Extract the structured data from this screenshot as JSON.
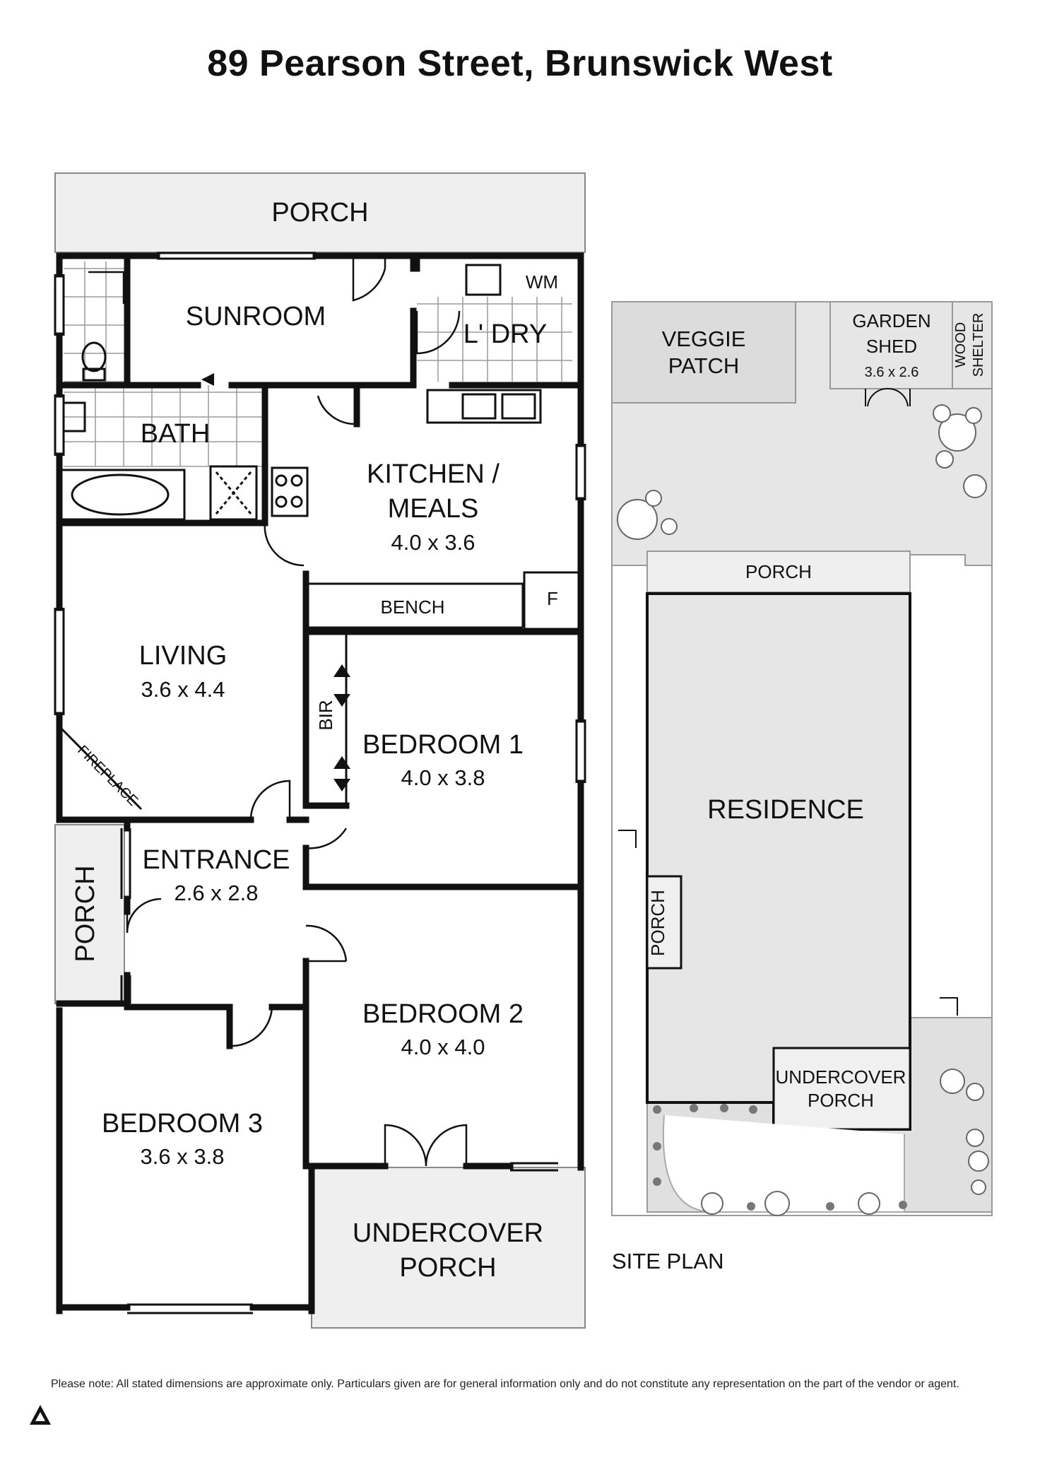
{
  "title": "89 Pearson Street, Brunswick West",
  "floor_plan": {
    "porch_top": "PORCH",
    "sunroom": "SUNROOM",
    "wm": "WM",
    "laundry": "L' DRY",
    "bath": "BATH",
    "kitchen": {
      "line1": "KITCHEN /",
      "line2": "MEALS",
      "dim": "4.0 x 3.6"
    },
    "bench": "BENCH",
    "fridge": "F",
    "living": {
      "name": "LIVING",
      "dim": "3.6 x 4.4"
    },
    "fireplace": "FIREPLACE",
    "bir": "BIR",
    "bedroom1": {
      "name": "BEDROOM 1",
      "dim": "4.0 x 3.8"
    },
    "entrance": {
      "name": "ENTRANCE",
      "dim": "2.6 x 2.8"
    },
    "porch_side": "PORCH",
    "bedroom2": {
      "name": "BEDROOM 2",
      "dim": "4.0 x 4.0"
    },
    "bedroom3": {
      "name": "BEDROOM 3",
      "dim": "3.6 x 3.8"
    },
    "undercover_porch": {
      "line1": "UNDERCOVER",
      "line2": "PORCH"
    }
  },
  "site_plan": {
    "label": "SITE PLAN",
    "veggie_patch": {
      "line1": "VEGGIE",
      "line2": "PATCH"
    },
    "garden_shed": {
      "line1": "GARDEN",
      "line2": "SHED",
      "dim": "3.6 x 2.6"
    },
    "wood_shelter": {
      "line1": "WOOD",
      "line2": "SHELTER"
    },
    "porch": "PORCH",
    "residence": "RESIDENCE",
    "side_porch": "PORCH",
    "undercover_porch": {
      "line1": "UNDERCOVER",
      "line2": "PORCH"
    }
  },
  "disclaimer": "Please note: All stated dimensions are approximate only. Particulars given are for general information only and do not constitute any representation on the part of the vendor or agent.",
  "colors": {
    "wall": "#111111",
    "porch_fill": "#efefef",
    "site_fill": "#e6e6e6",
    "tile_line": "#9a9a9a"
  }
}
